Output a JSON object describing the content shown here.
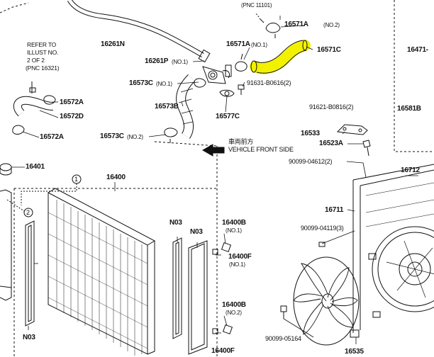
{
  "top_labels": {
    "pnc_11101": "(PNC 11101)",
    "p16261n": "16261N",
    "p16571a_2": "16571A",
    "no2_a": "(NO.2)",
    "p16571a": "16571A",
    "no1_a": "(NO.1)",
    "p16571c": "16571C",
    "p16261p": "16261P",
    "no1_b": "(NO.1)",
    "p16573c_1": "16573C",
    "no1_c": "(NO.1)",
    "bolt_91631": "91631-B0616(2)",
    "p16573b": "16573B",
    "p16577c": "16577C",
    "p16573c_2": "16573C",
    "no2_b": "(NO.2)",
    "front_jp": "車両前方",
    "front_en": "VEHICLE FRONT SIDE"
  },
  "left_labels": {
    "refer_1": "REFER TO",
    "refer_2": "ILLUST NO.",
    "refer_3": "2 OF 2",
    "refer_4": "(PNC 16321)",
    "p16572a_1": "16572A",
    "p16572d": "16572D",
    "p16572a_2": "16572A",
    "p16401": "16401",
    "p16400": "16400",
    "circle_1": "1",
    "circle_2": "2",
    "n03_1": "N03",
    "n03_2": "N03",
    "n03_3": "N03",
    "p16400b_1": "16400B",
    "no1_d": "(NO.1)",
    "p16400f_1": "16400F",
    "no1_e": "(NO.1)",
    "p16400b_2": "16400B",
    "no2_c": "(NO.2)",
    "p16400f_2": "16400F"
  },
  "right_labels": {
    "p16471": "16471-",
    "p16581b": "16581B",
    "bolt_91621": "91621-B0816(2)",
    "p16533": "16533",
    "p16523a": "16523A",
    "bolt_90099_04612": "90099-04612(2)",
    "p16712": "16712",
    "p16711": "16711",
    "bolt_90099_04119": "90099-04119(3)",
    "bolt_90099_05164": "90099-05164",
    "p16535": "16535"
  },
  "highlight_color": "#f2f200"
}
